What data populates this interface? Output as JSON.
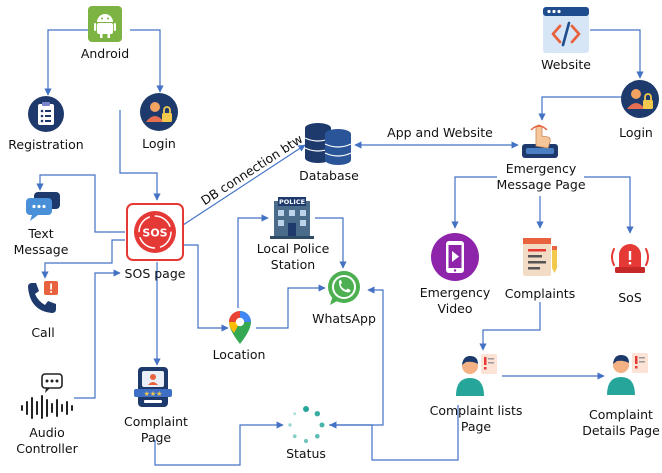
{
  "nodes": {
    "android": "Android",
    "registration": "Registration",
    "login_app": "Login",
    "text_message": "Text\nMessage",
    "call": "Call",
    "audio_controller": "Audio\nController",
    "sos_page": "SOS page",
    "complaint_page": "Complaint\nPage",
    "database": "Database",
    "local_police_station": "Local Police\nStation",
    "whatsapp": "WhatsApp",
    "location": "Location",
    "status": "Status",
    "website": "Website",
    "login_web": "Login",
    "emergency_message_page": "Emergency\nMessage Page",
    "emergency_video": "Emergency\nVideo",
    "complaints": "Complaints",
    "sos": "SoS",
    "complaint_lists_page": "Complaint lists\nPage",
    "complaint_details_page": "Complaint\nDetails Page"
  },
  "edges": {
    "db_connection": "DB connection btw",
    "app_and_website": "App and Website"
  },
  "icons": {
    "android": "android-robot-icon",
    "registration": "registration-clipboard-icon",
    "login": "user-lock-icon",
    "text_message": "chat-bubbles-icon",
    "call": "phone-alert-icon",
    "audio": "voice-message-icon",
    "sos": "sos-signal-icon",
    "complaint": "complaint-card-icon",
    "database": "database-icon",
    "police": "police-station-icon",
    "whatsapp": "whatsapp-icon",
    "location": "map-pin-icon",
    "status": "loading-spinner-icon",
    "website": "code-window-icon",
    "emergency_message": "hand-press-icon",
    "video": "video-phone-icon",
    "complaints": "document-icon",
    "siren": "siren-icon",
    "person": "person-alert-icon"
  },
  "colors": {
    "connector": "#4472c4",
    "android_green": "#7cb342",
    "navy": "#1e3a6d",
    "sos_red": "#e53935",
    "whatsapp_green": "#4caf50",
    "video_purple": "#8e24aa",
    "teal": "#26a69a"
  }
}
